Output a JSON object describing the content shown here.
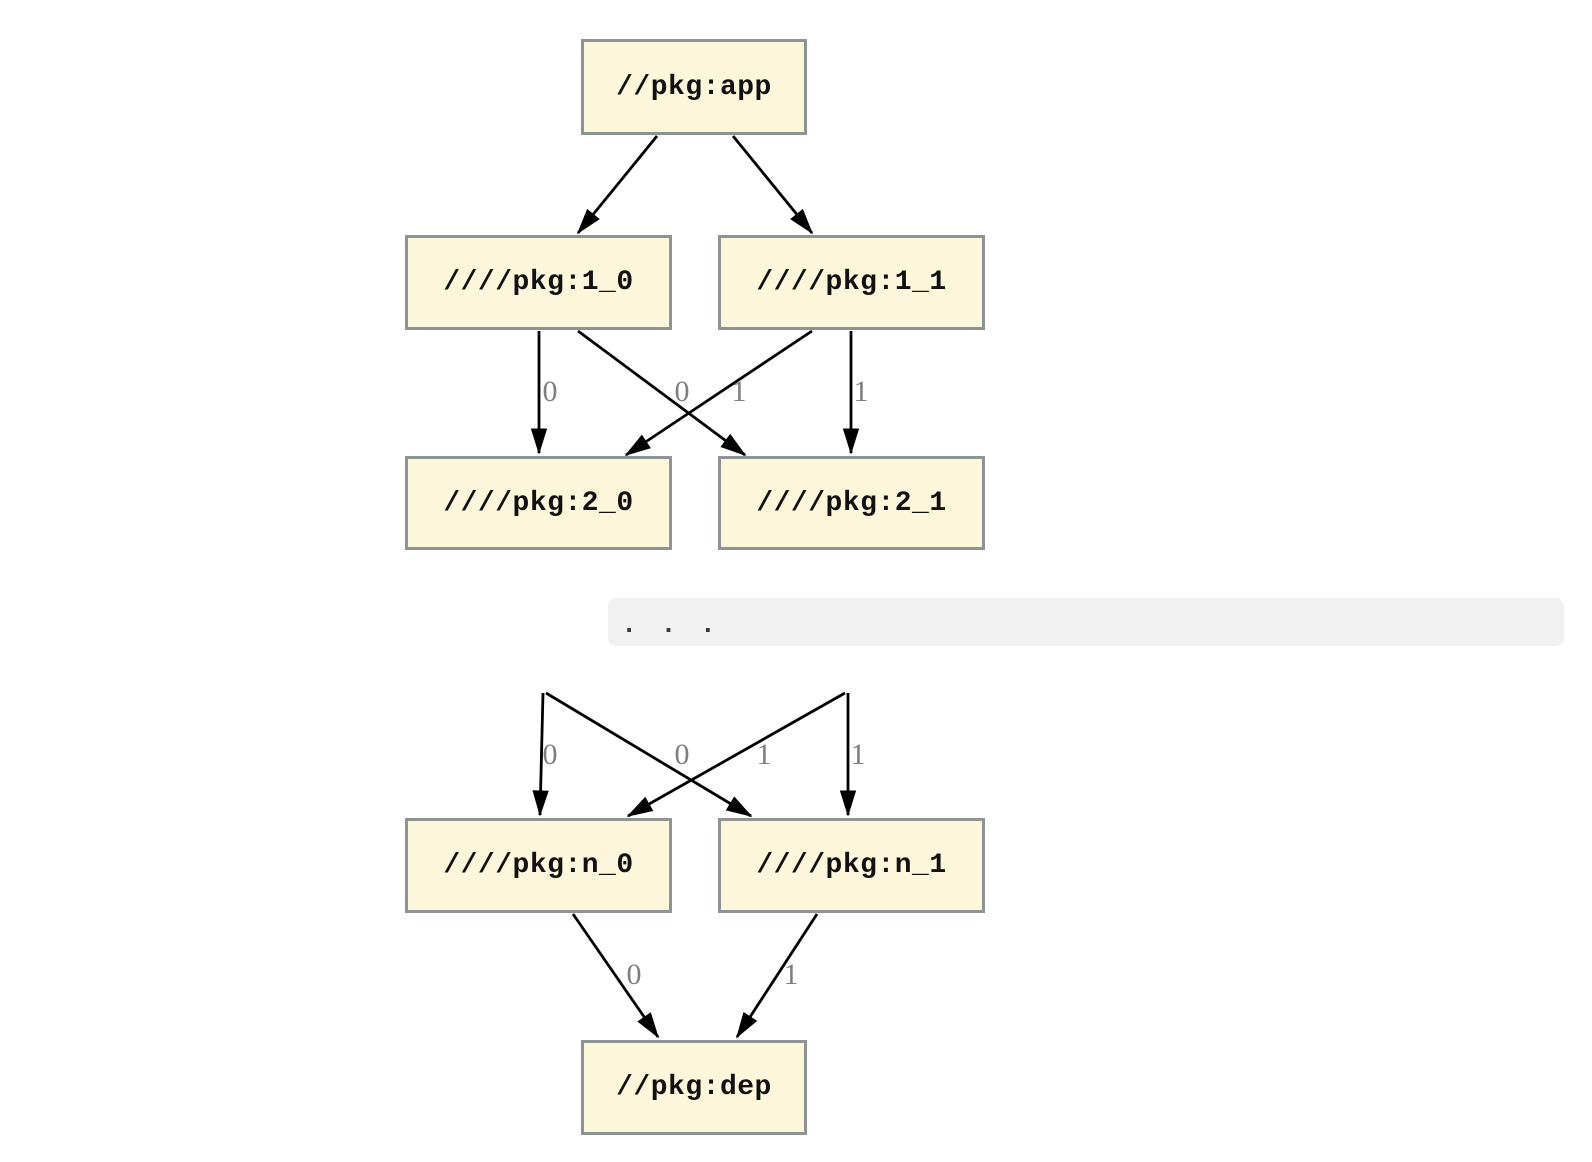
{
  "diagram": {
    "description": "Dependency graph of Bazel-style package targets",
    "nodes": [
      {
        "id": "app",
        "label": "//pkg:app"
      },
      {
        "id": "n1_0",
        "label": "////pkg:1_0"
      },
      {
        "id": "n1_1",
        "label": "////pkg:1_1"
      },
      {
        "id": "n2_0",
        "label": "////pkg:2_0"
      },
      {
        "id": "n2_1",
        "label": "////pkg:2_1"
      },
      {
        "id": "nn_0",
        "label": "////pkg:n_0"
      },
      {
        "id": "nn_1",
        "label": "////pkg:n_1"
      },
      {
        "id": "dep",
        "label": "//pkg:dep"
      }
    ],
    "edges": [
      {
        "from": "app",
        "to": "n1_0",
        "label": ""
      },
      {
        "from": "app",
        "to": "n1_1",
        "label": ""
      },
      {
        "from": "n1_0",
        "to": "n2_0",
        "label": "0"
      },
      {
        "from": "n1_1",
        "to": "n2_0",
        "label": "0"
      },
      {
        "from": "n1_0",
        "to": "n2_1",
        "label": "1"
      },
      {
        "from": "n1_1",
        "to": "n2_1",
        "label": "1"
      },
      {
        "from": "e0",
        "to": "nn_0",
        "label": "0"
      },
      {
        "from": "e1",
        "to": "nn_0",
        "label": "0"
      },
      {
        "from": "e0",
        "to": "nn_1",
        "label": "1"
      },
      {
        "from": "e1",
        "to": "nn_1",
        "label": "1"
      },
      {
        "from": "nn_0",
        "to": "dep",
        "label": "0"
      },
      {
        "from": "nn_1",
        "to": "dep",
        "label": "1"
      }
    ],
    "separator": {
      "ellipsis": ". . ."
    },
    "colors": {
      "page_bg": "#FFFFFF",
      "node_fill": "#FCF6DA",
      "node_border": "#8E9393",
      "node_text": "#111111",
      "edge": "#000000",
      "edge_label": "#7E7E7E",
      "separator_bg": "#F1F1F1",
      "ellipsis": "#3A3A3A"
    }
  }
}
